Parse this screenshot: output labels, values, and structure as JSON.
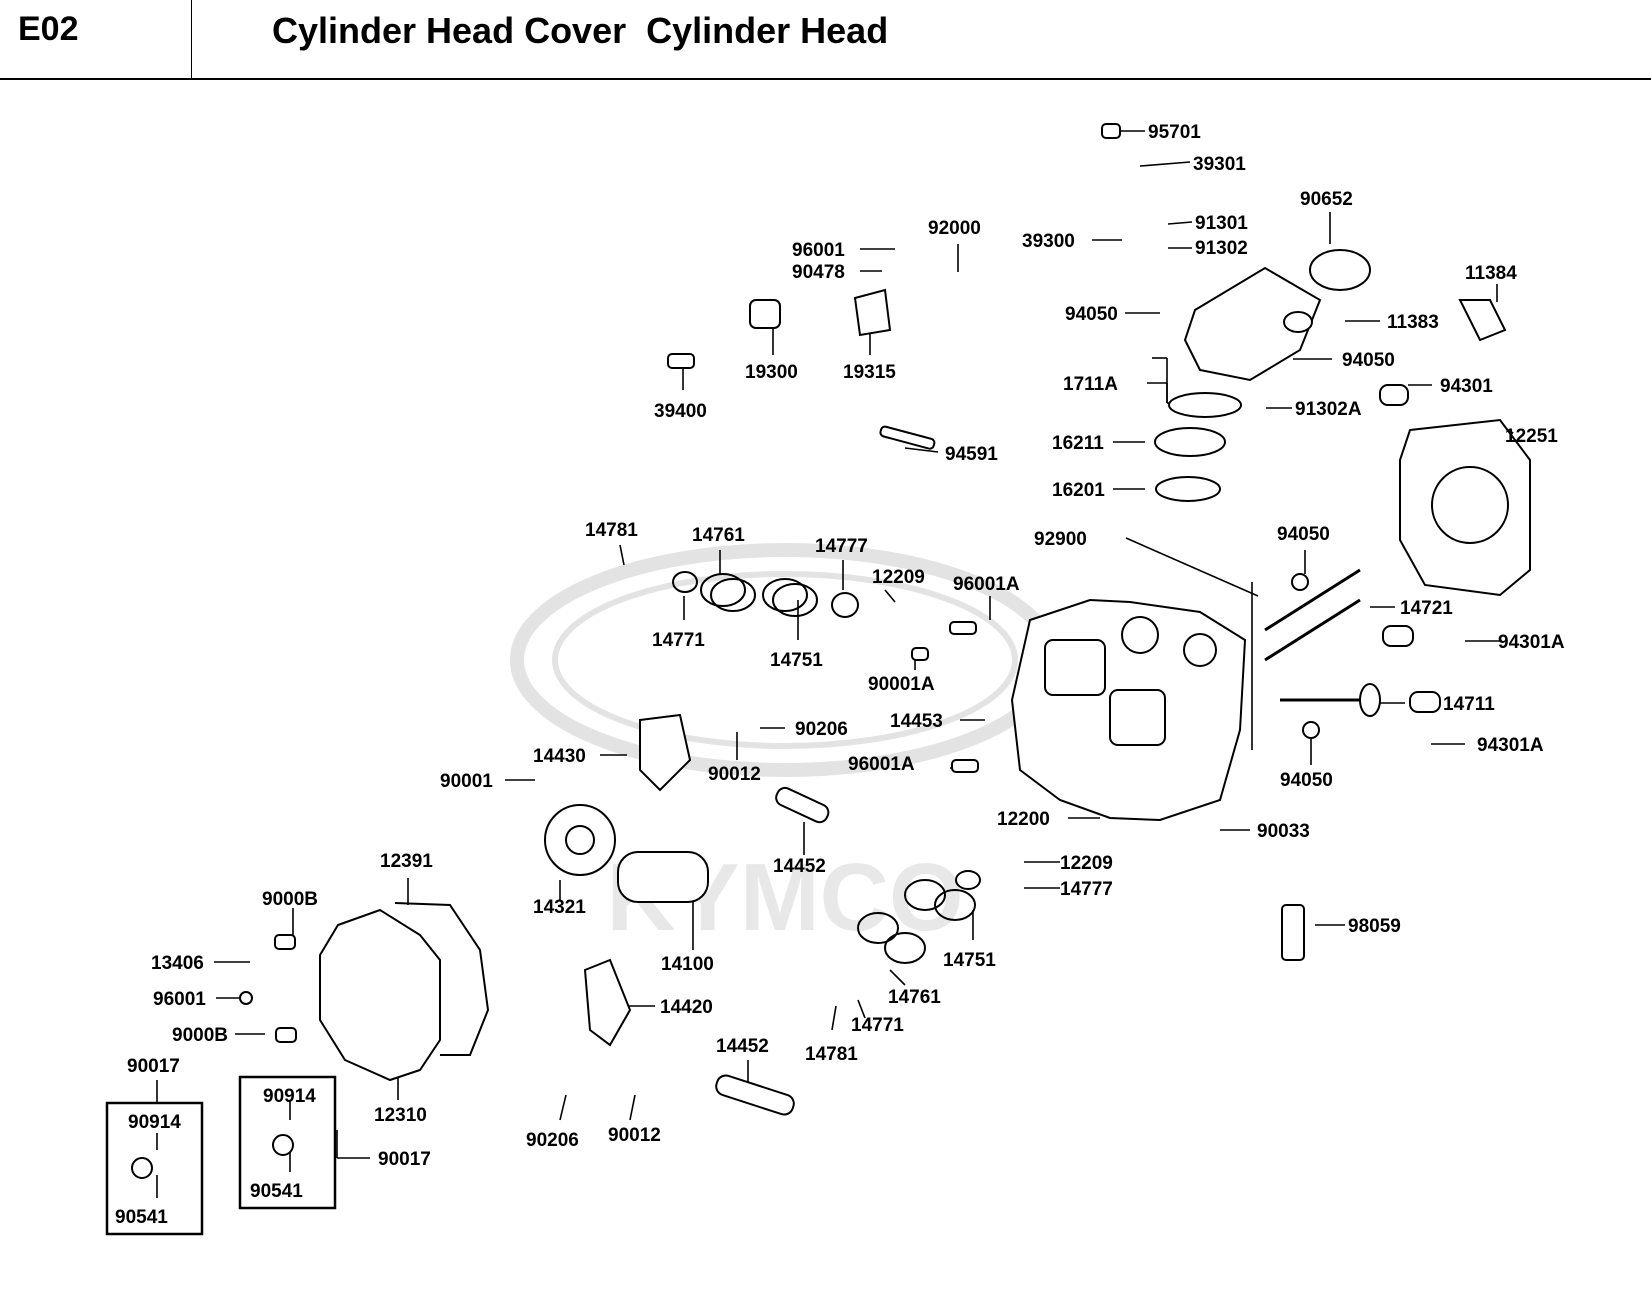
{
  "header": {
    "section_code": "E02",
    "title": "Cylinder Head Cover  Cylinder Head"
  },
  "watermark": {
    "brand": "KYMCO"
  },
  "parts": [
    "95701",
    "39301",
    "90652",
    "91301",
    "39300",
    "91302",
    "96001",
    "92000",
    "90478",
    "11384",
    "94050",
    "11383",
    "19300",
    "19315",
    "94050",
    "39400",
    "1711A",
    "94301",
    "91302A",
    "12251",
    "94591",
    "16211",
    "16201",
    "14781",
    "14761",
    "14777",
    "92900",
    "94050",
    "12209",
    "96001A",
    "14721",
    "14771",
    "14751",
    "94301A",
    "90001A",
    "14711",
    "90206",
    "14453",
    "14430",
    "96001A",
    "94301A",
    "90012",
    "94050",
    "90001",
    "12200",
    "90033",
    "12391",
    "14452",
    "12209",
    "14777",
    "9000B",
    "14321",
    "14751",
    "98059",
    "13406",
    "14100",
    "96001",
    "14761",
    "14420",
    "9000B",
    "14771",
    "14452",
    "14781",
    "90017",
    "90914",
    "12310",
    "90017",
    "90206",
    "90012",
    "90914",
    "90541",
    "90541"
  ]
}
